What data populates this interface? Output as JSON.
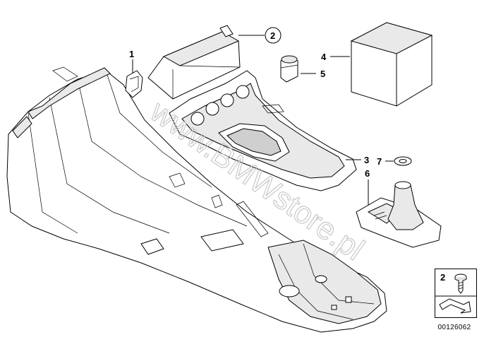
{
  "callouts": {
    "c1": "1",
    "c2": "2",
    "c3": "3",
    "c4": "4",
    "c5": "5",
    "c6": "6",
    "c7": "7"
  },
  "legend": {
    "item_number": "2",
    "icon": "arrow-icon"
  },
  "diagram_number": "00126062",
  "watermark": "www.BMWstore.pl"
}
